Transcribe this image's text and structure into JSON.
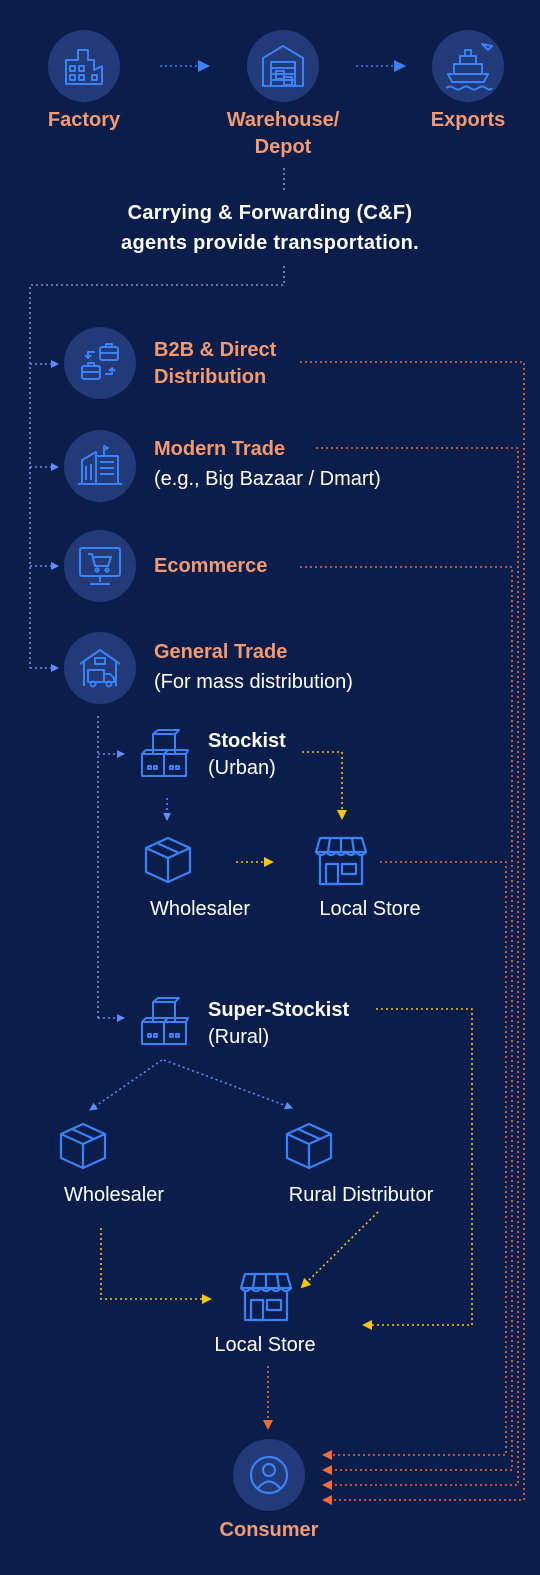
{
  "top_row": {
    "factory": "Factory",
    "warehouse_line1": "Warehouse/",
    "warehouse_line2": "Depot",
    "exports": "Exports"
  },
  "note": {
    "line1": "Carrying & Forwarding (C&F)",
    "line2": "agents provide transportation."
  },
  "channels": {
    "b2b_line1": "B2B & Direct",
    "b2b_line2": "Distribution",
    "modern_trade": "Modern Trade",
    "modern_trade_sub": "(e.g., Big Bazaar / Dmart)",
    "ecommerce": "Ecommerce",
    "general_trade": "General Trade",
    "general_trade_sub": "(For mass distribution)"
  },
  "urban": {
    "stockist": "Stockist",
    "stockist_sub": "(Urban)",
    "wholesaler": "Wholesaler",
    "local_store": "Local Store"
  },
  "rural": {
    "super_stockist": "Super-Stockist",
    "super_stockist_sub": "(Rural)",
    "wholesaler": "Wholesaler",
    "rural_distributor": "Rural Distributor",
    "local_store": "Local Store"
  },
  "consumer": "Consumer",
  "colors": {
    "background": "#0b1d4a",
    "circle": "#223a78",
    "icon_blue": "#3b82f6",
    "orange": "#f39a70",
    "dash_orange": "#f26b3a",
    "dash_yellow": "#f5c518",
    "dash_blue": "#5b8ff9",
    "dash_grey": "#7f94c8"
  }
}
